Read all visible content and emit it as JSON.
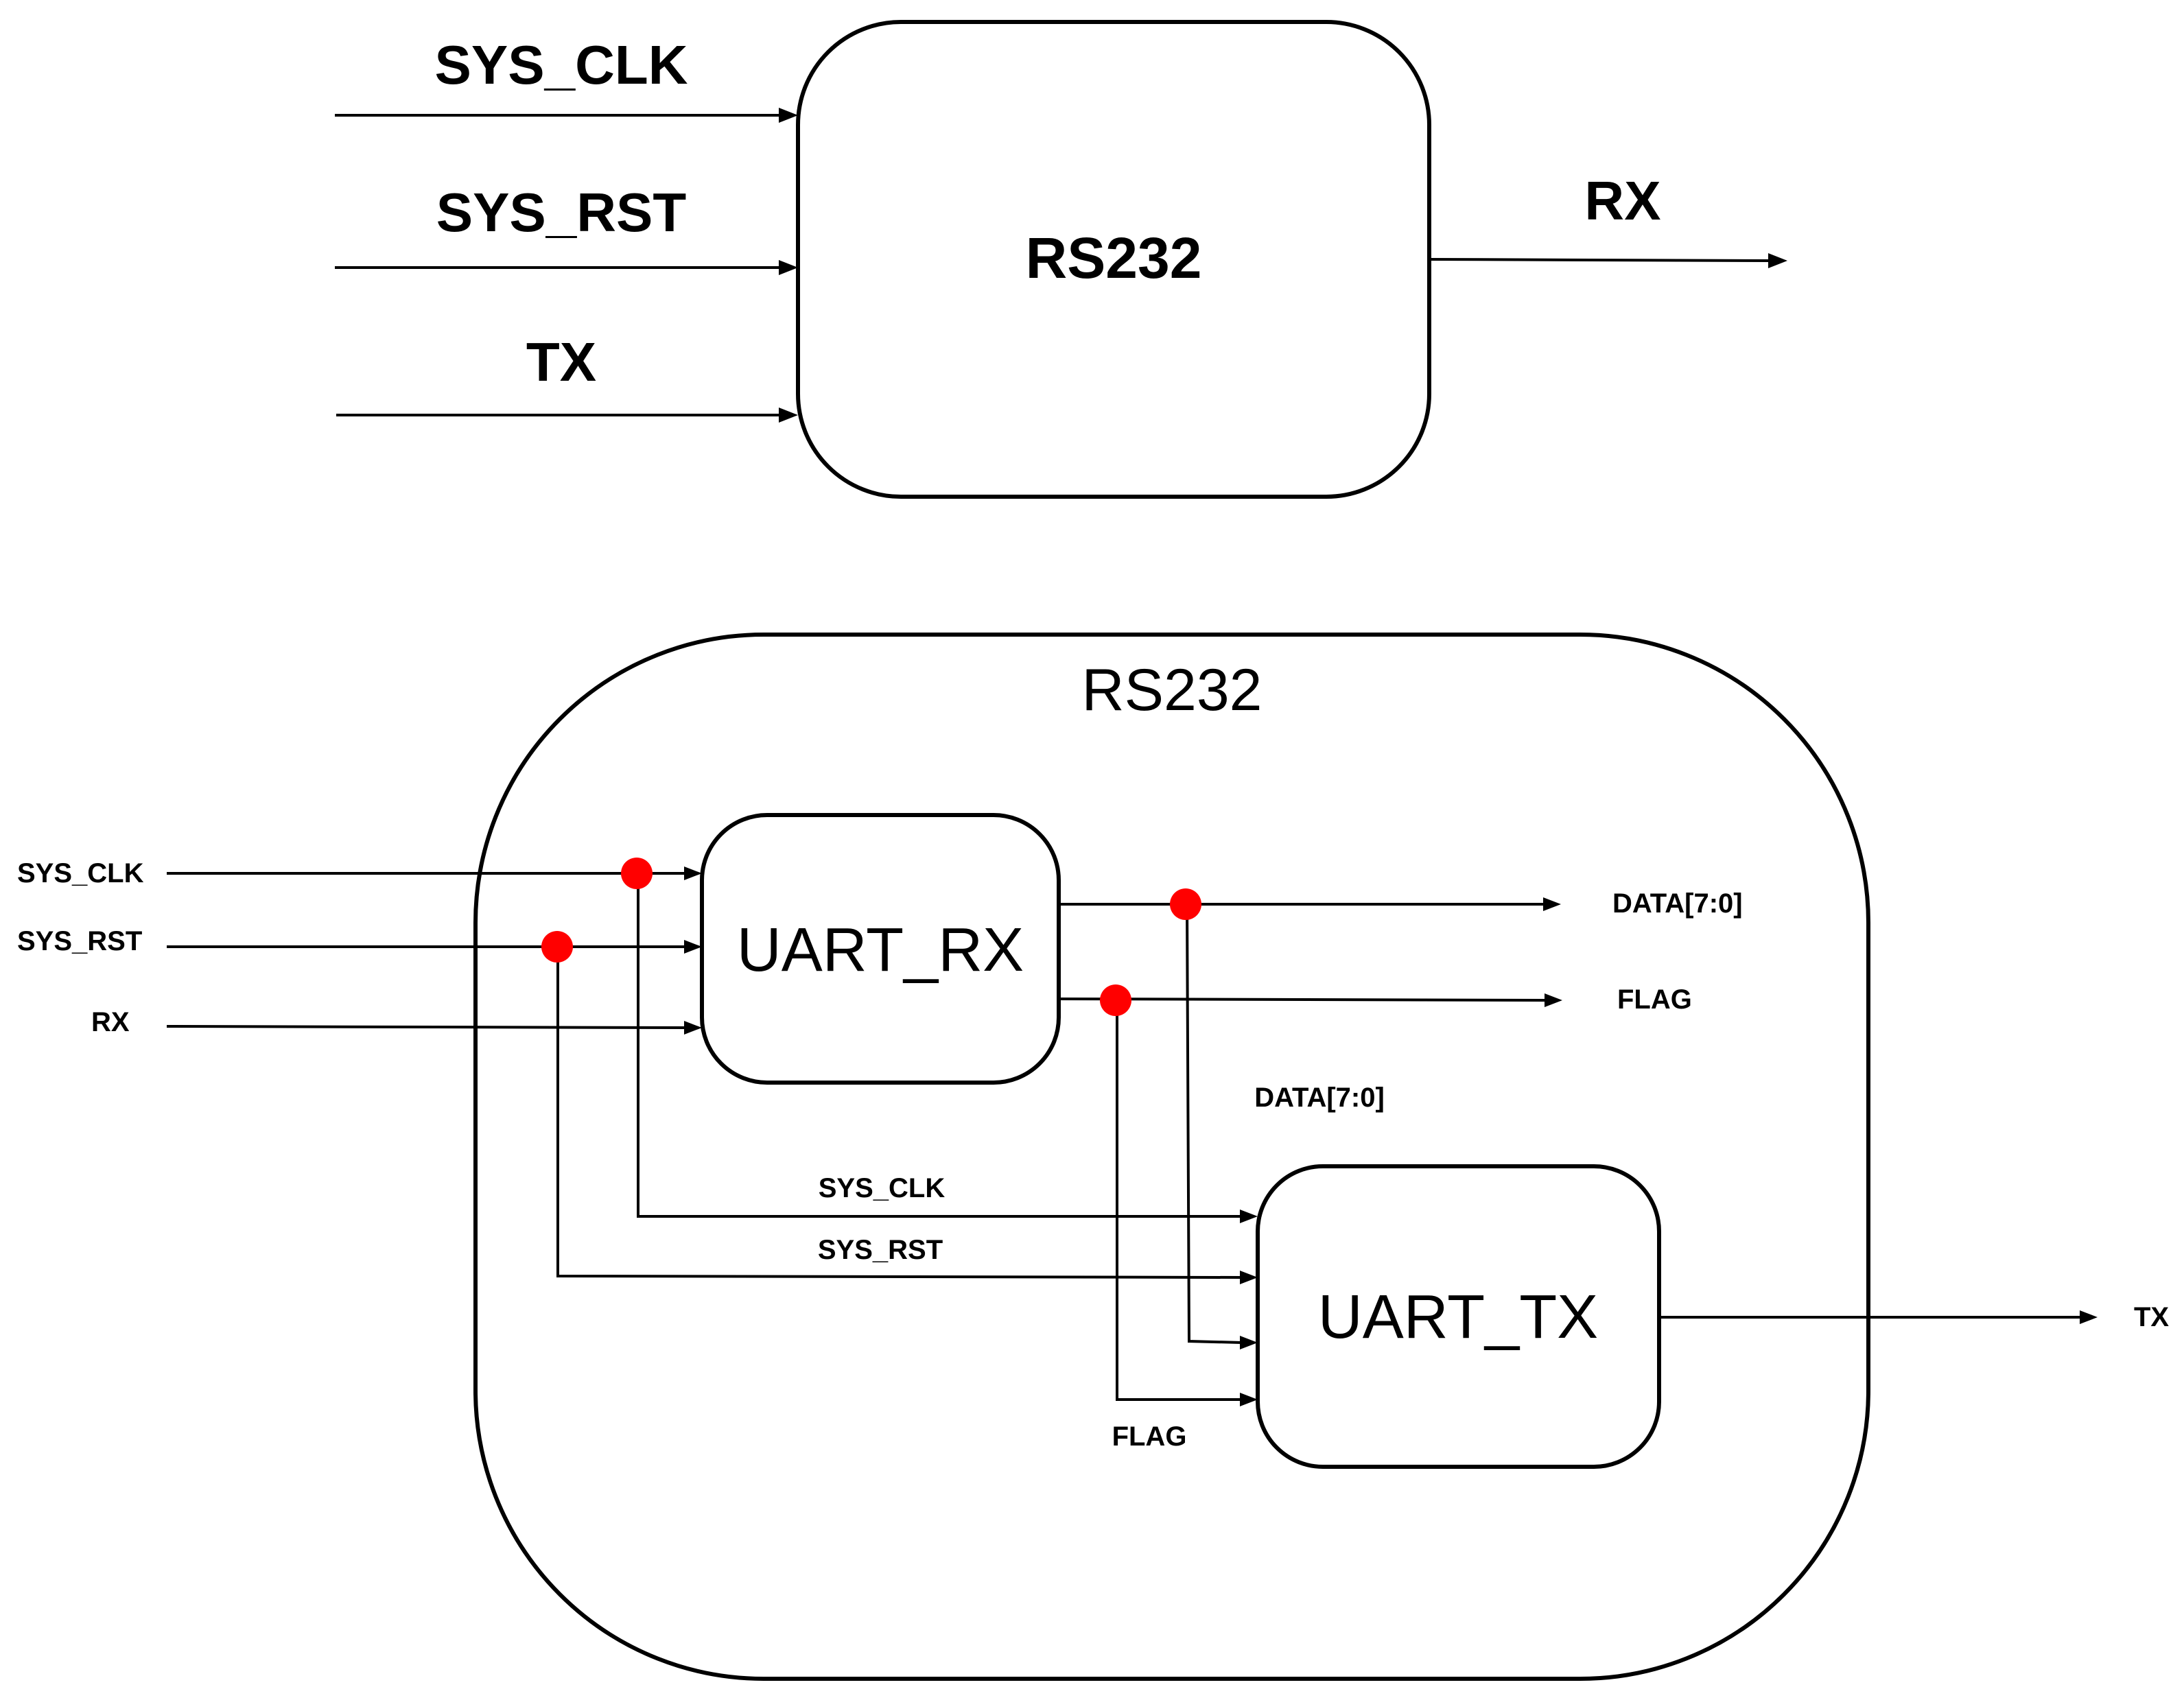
{
  "colors": {
    "junction": "#ff0000",
    "line": "#000000",
    "background": "#ffffff"
  },
  "top_block": {
    "title": "RS232",
    "inputs": [
      "SYS_CLK",
      "SYS_RST",
      "TX"
    ],
    "output": "RX"
  },
  "detail_block": {
    "title": "RS232",
    "inputs": [
      "SYS_CLK",
      "SYS_RST",
      "RX"
    ],
    "uart_rx": {
      "title": "UART_RX",
      "outputs": [
        "DATA[7:0]",
        "FLAG"
      ]
    },
    "uart_tx": {
      "title": "UART_TX",
      "inputs": [
        "SYS_CLK",
        "SYS_RST",
        "DATA[7:0]",
        "FLAG"
      ],
      "output": "TX"
    }
  }
}
